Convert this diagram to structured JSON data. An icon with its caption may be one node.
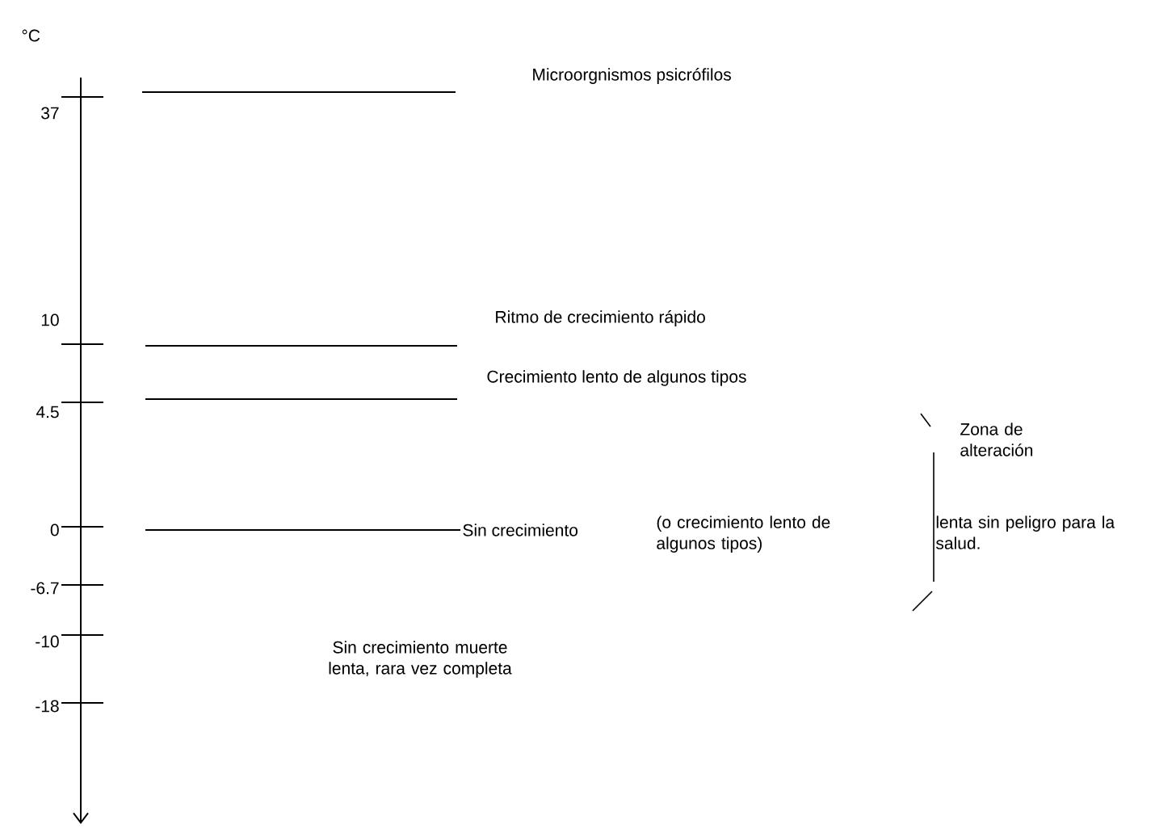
{
  "diagram": {
    "labels": [
      "°C",
      "Microorgnismos psicrófilos",
      "37",
      "10",
      "Ritmo de crecimiento rápido",
      "Crecimiento lento de algunos tipos",
      "4.5",
      "Zona de alteración",
      "0",
      "Sin crecimiento",
      "(o crecimiento lento de algunos tipos)",
      "lenta sin peligro para la salud.",
      "-6.7",
      "-10",
      "Sin crecimiento muerte lenta, rara vez completa",
      "-18"
    ]
  }
}
